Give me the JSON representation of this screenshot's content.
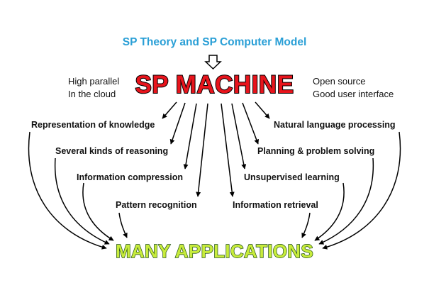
{
  "theory_title": "SP Theory and SP Computer Model",
  "machine_title": "SP MACHINE",
  "left_notes": [
    "High parallel",
    "In the cloud"
  ],
  "right_notes": [
    "Open source",
    "Good user interface"
  ],
  "left_capabilities": [
    "Representation of knowledge",
    "Several kinds of reasoning",
    "Information compression",
    "Pattern recognition"
  ],
  "right_capabilities": [
    "Natural language processing",
    "Planning & problem solving",
    "Unsupervised learning",
    "Information retrieval"
  ],
  "applications_label": "MANY APPLICATIONS",
  "colors": {
    "theory_title": "#2a9fd6",
    "machine_fill": "#e8141c",
    "machine_outline": "#000000",
    "applications_fill": "#c8ec3c",
    "applications_outline": "#1e4d10",
    "arrow": "#000000"
  }
}
